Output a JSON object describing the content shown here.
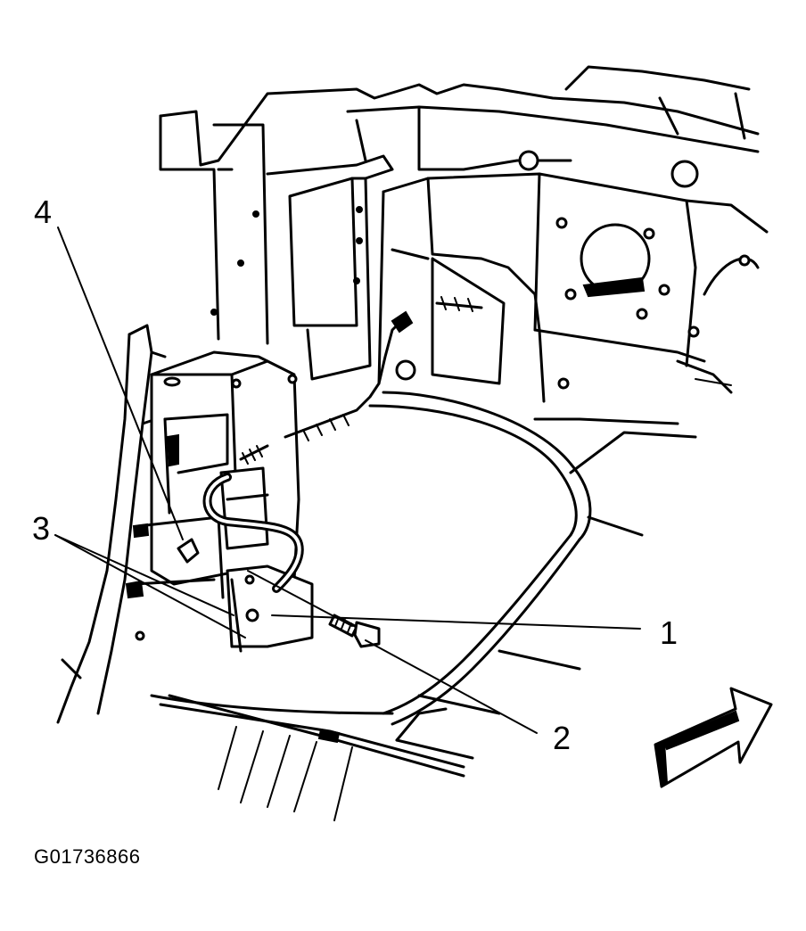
{
  "diagram": {
    "callouts": [
      {
        "id": "callout-1",
        "label": "1"
      },
      {
        "id": "callout-2",
        "label": "2"
      },
      {
        "id": "callout-3",
        "label": "3"
      },
      {
        "id": "callout-4",
        "label": "4"
      }
    ],
    "figure_id": "G01736866",
    "direction_arrow_icon": "forward-arrow-icon",
    "line_color": "#000000",
    "background_color": "#ffffff"
  }
}
